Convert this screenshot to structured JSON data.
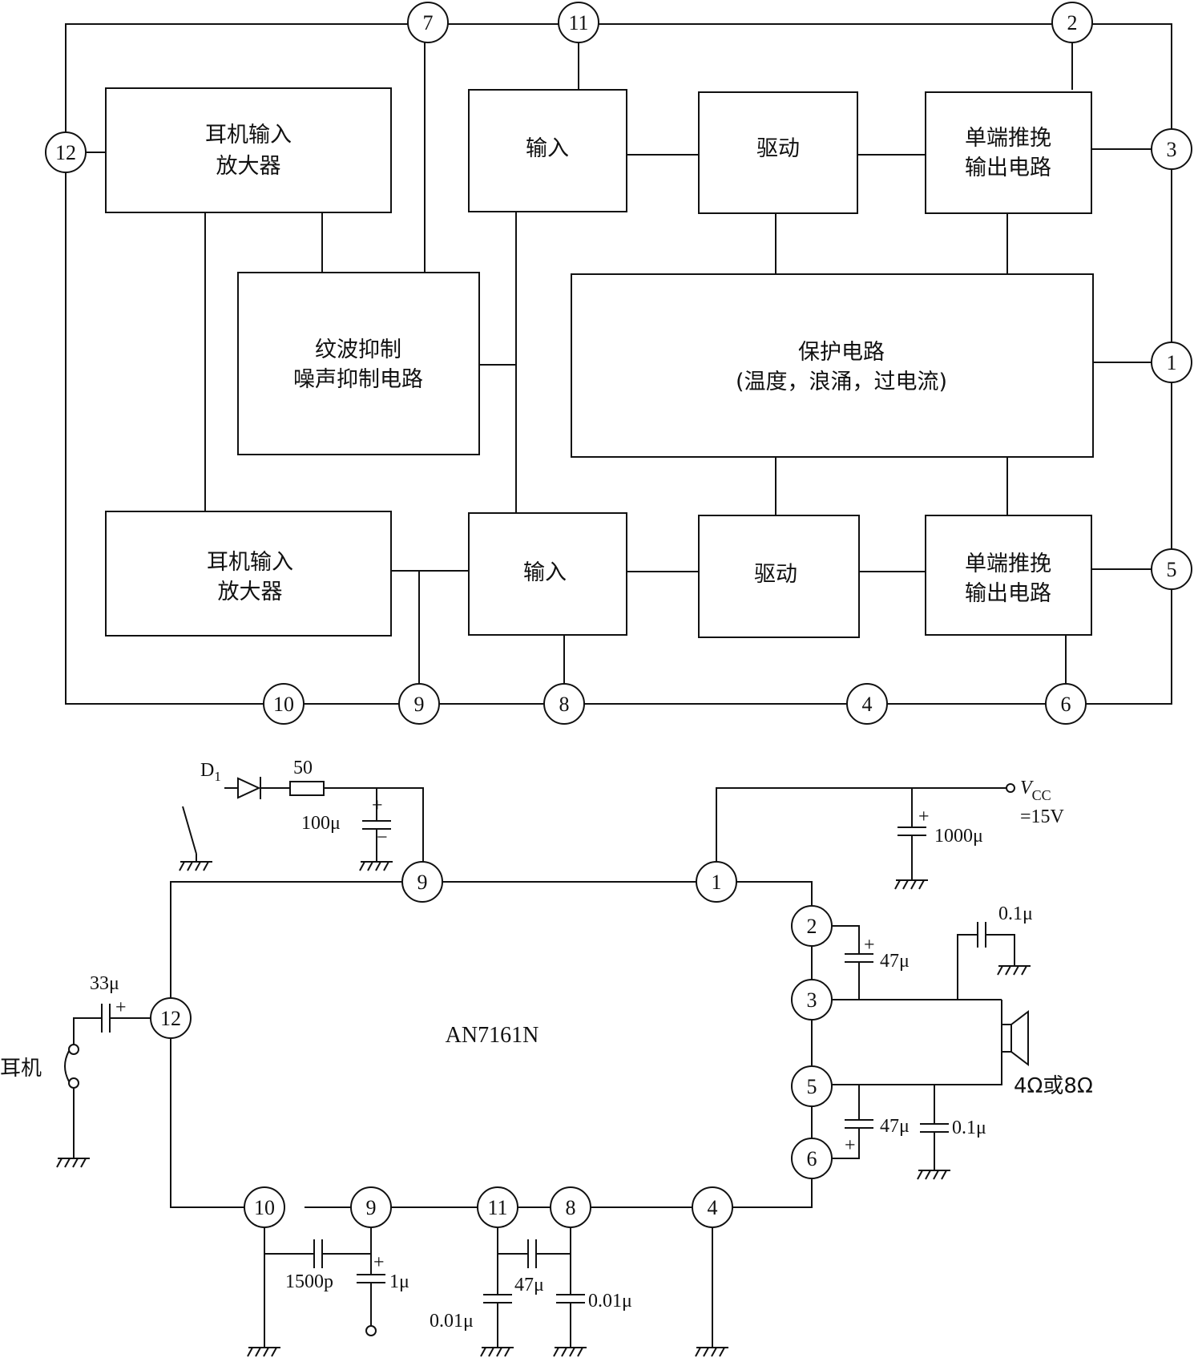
{
  "block_diagram": {
    "blocks": {
      "hp_amp_top_l1": "耳机输入",
      "hp_amp_top_l2": "放大器",
      "input_top": "输入",
      "drive_top": "驱动",
      "pushpull_top_l1": "单端推挽",
      "pushpull_top_l2": "输出电路",
      "ripple_l1": "纹波抑制",
      "ripple_l2": "噪声抑制电路",
      "protect_l1": "保护电路",
      "protect_l2": "(温度，浪涌，过电流)",
      "hp_amp_bot_l1": "耳机输入",
      "hp_amp_bot_l2": "放大器",
      "input_bot": "输入",
      "drive_bot": "驱动",
      "pushpull_bot_l1": "单端推挽",
      "pushpull_bot_l2": "输出电路"
    },
    "pins": {
      "p7": "7",
      "p11": "11",
      "p2": "2",
      "p12": "12",
      "p3": "3",
      "p1": "1",
      "p5": "5",
      "p10": "10",
      "p9": "9",
      "p8": "8",
      "p4": "4",
      "p6": "6"
    }
  },
  "schematic": {
    "chip_name": "AN7161N",
    "pins": {
      "p9top": "9",
      "p1": "1",
      "p2": "2",
      "p3": "3",
      "p12": "12",
      "p5": "5",
      "p6": "6",
      "p10": "10",
      "p9bot": "9",
      "p11": "11",
      "p8": "8",
      "p4": "4"
    },
    "labels": {
      "diode": "D",
      "diode_sub": "1",
      "resistor": "50",
      "cap_100u": "100μ",
      "vcc_v": "V",
      "vcc_sub": "CC",
      "vcc_value": "=15V",
      "cap_1000u": "1000μ",
      "cap_01u_top": "0.1μ",
      "cap_47u_top": "47μ",
      "cap_33u": "33μ",
      "headphone": "耳机",
      "speaker": "4Ω或8Ω",
      "cap_47u_bot": "47μ",
      "cap_01u_right": "0.1μ",
      "cap_1500p": "1500p",
      "cap_1u": "1μ",
      "cap_47u_mid": "47μ",
      "cap_001u_left": "0.01μ",
      "cap_001u_right": "0.01μ",
      "plus": "+",
      "minus": "−"
    }
  }
}
